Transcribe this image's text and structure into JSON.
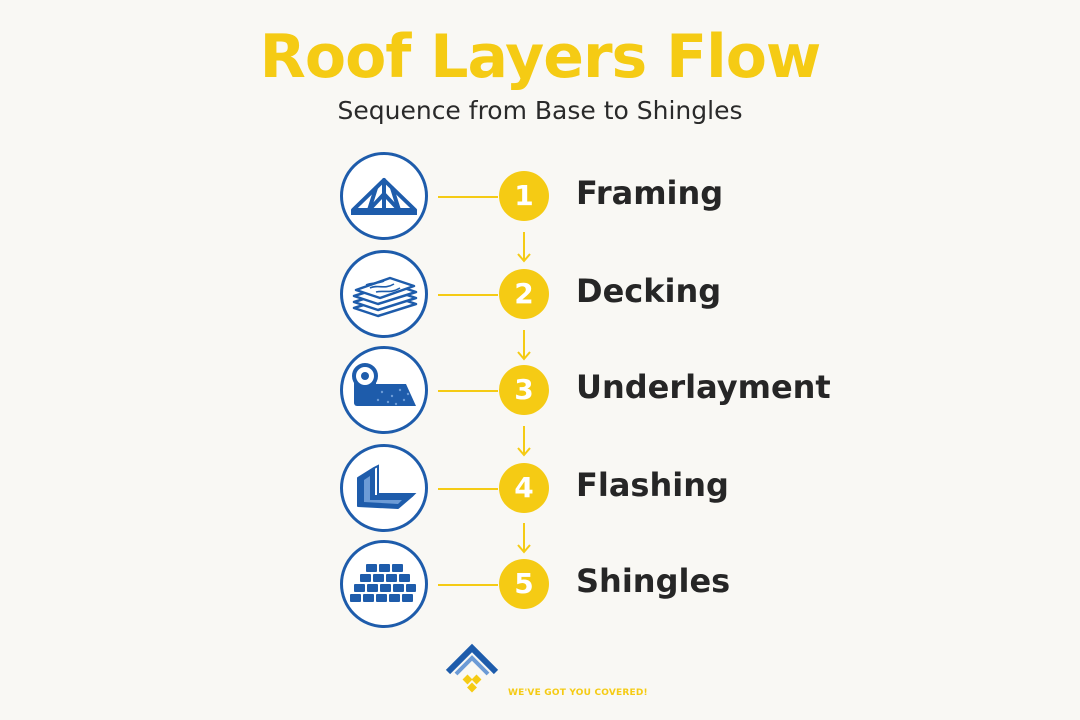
{
  "header": {
    "title": "Roof Layers Flow",
    "subtitle": "Sequence from Base to Shingles"
  },
  "steps": [
    {
      "number": "1",
      "label": "Framing",
      "icon": "roof-truss-icon"
    },
    {
      "number": "2",
      "label": "Decking",
      "icon": "wood-panel-icon"
    },
    {
      "number": "3",
      "label": "Underlayment",
      "icon": "underlayment-roll-icon"
    },
    {
      "number": "4",
      "label": "Flashing",
      "icon": "metal-flashing-icon"
    },
    {
      "number": "5",
      "label": "Shingles",
      "icon": "shingles-icon"
    }
  ],
  "footer": {
    "tagline": "WE'VE GOT YOU COVERED!",
    "logo_icon": "house-roof-logo-icon"
  },
  "colors": {
    "accent": "#f5cb14",
    "icon_blue": "#1e5cab",
    "text": "#262626",
    "background": "#f9f8f4"
  }
}
